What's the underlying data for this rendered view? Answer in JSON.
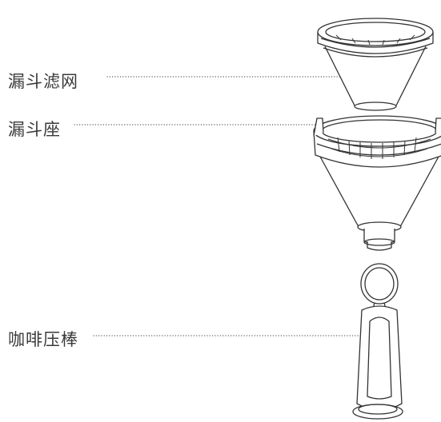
{
  "labels": {
    "funnel_filter": "漏斗滤网",
    "funnel_seat": "漏斗座",
    "coffee_tamper": "咖啡压棒"
  },
  "colors": {
    "stroke": "#333333",
    "leader": "#555555",
    "text": "#3a3a3a",
    "background": "#ffffff"
  }
}
